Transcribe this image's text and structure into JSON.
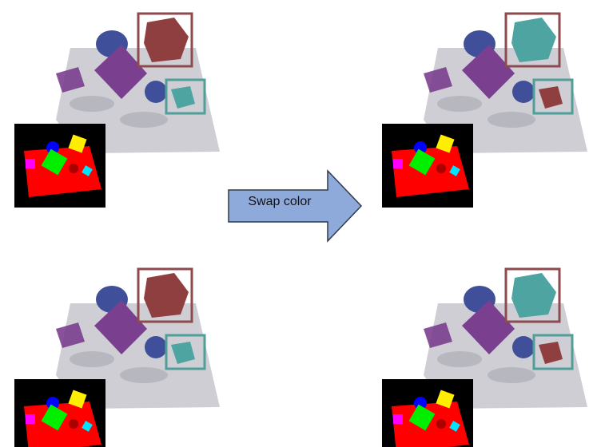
{
  "arrow": {
    "label": "Swap color",
    "fill": "#8eaadb",
    "stroke": "#2f3b4c"
  },
  "colors": {
    "box_red": "#8e4a4d",
    "box_teal": "#4f9e98",
    "cube_red": "#8f3f3f",
    "cube_teal": "#4ea4a0",
    "cube_purple": "#7b3f8f",
    "sphere_blue": "#3f4f99",
    "floor": "#c6c6cc",
    "seg_red": "#ff0000",
    "seg_green": "#00ee00",
    "seg_yellow": "#ffee00",
    "seg_blue": "#0000ff",
    "seg_magenta": "#ff00ff",
    "seg_cyan": "#00e5ff",
    "seg_black": "#000000"
  },
  "scenes": [
    {
      "id": "top-left",
      "swapped": false
    },
    {
      "id": "top-right",
      "swapped": true
    },
    {
      "id": "bottom-left",
      "swapped": false
    },
    {
      "id": "bottom-right",
      "swapped": true
    }
  ]
}
